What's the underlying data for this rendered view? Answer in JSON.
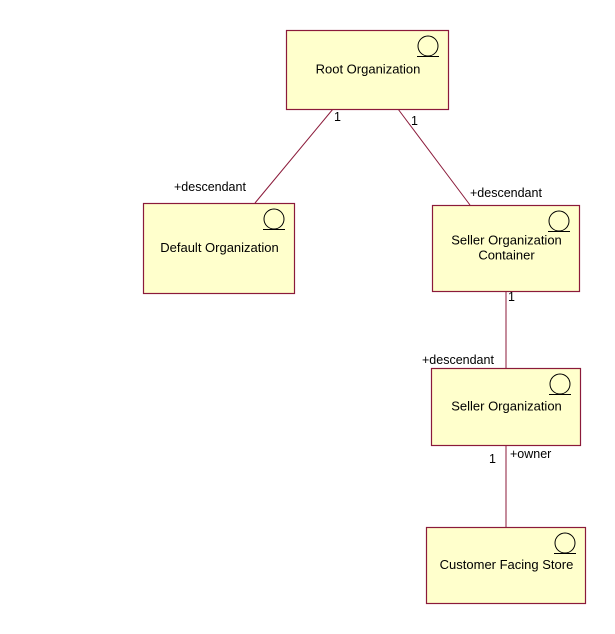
{
  "diagram": {
    "nodes": [
      {
        "id": "root",
        "lines": [
          "Root Organization"
        ]
      },
      {
        "id": "default",
        "lines": [
          "Default Organization"
        ]
      },
      {
        "id": "seller-container",
        "lines": [
          "Seller Organization",
          "Container"
        ]
      },
      {
        "id": "seller",
        "lines": [
          "Seller Organization"
        ]
      },
      {
        "id": "store",
        "lines": [
          "Customer Facing Store"
        ]
      }
    ],
    "edges": [
      {
        "from": "root",
        "to": "default",
        "from_multiplicity": "1",
        "to_role": "+descendant"
      },
      {
        "from": "root",
        "to": "seller-container",
        "from_multiplicity": "1",
        "to_role": "+descendant"
      },
      {
        "from": "seller-container",
        "to": "seller",
        "from_multiplicity": "1",
        "to_role": "+descendant"
      },
      {
        "from": "seller",
        "to": "store",
        "from_multiplicity": "1",
        "from_role": "+owner"
      }
    ],
    "colors": {
      "node_fill": "#ffffcc",
      "node_border": "#8b1a3a",
      "edge": "#8b1a3a",
      "text": "#000000"
    },
    "icon": "uml-entity-icon"
  }
}
